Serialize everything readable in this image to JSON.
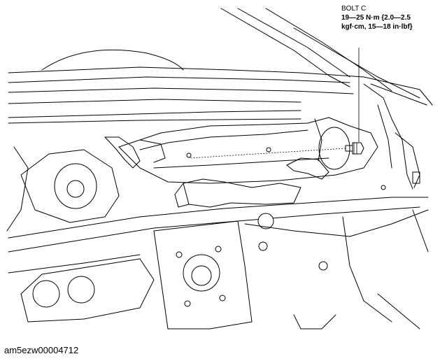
{
  "callout": {
    "title": "BOLT C",
    "spec_line1": "19—25 N·m {2.0—2.5",
    "spec_line2": "kgf·cm, 15—18 in·lbf}"
  },
  "figure_id": "am5ezw00004712"
}
